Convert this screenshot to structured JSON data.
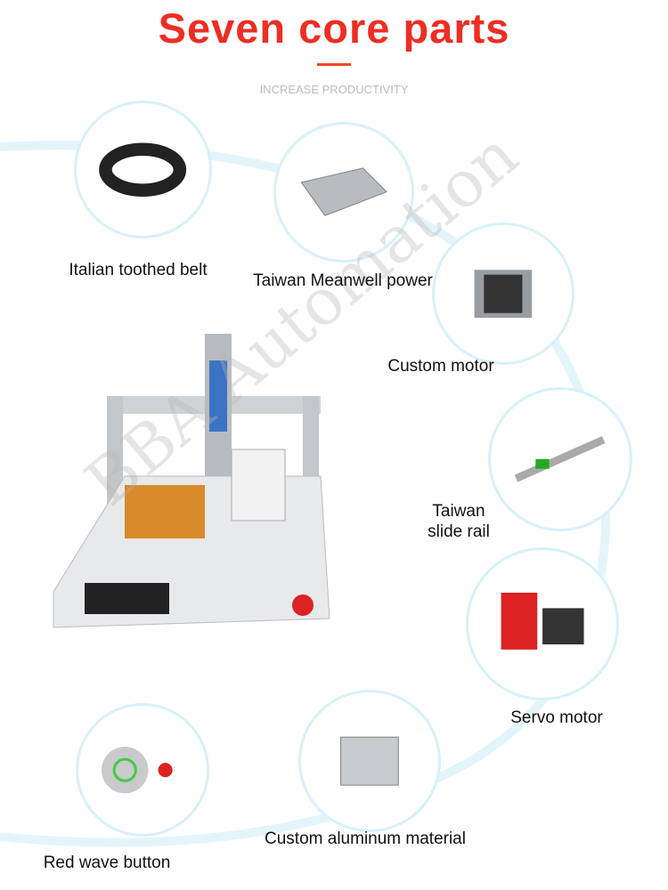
{
  "header": {
    "title": "Seven core parts",
    "subtitle": "INCREASE PRODUCTIVITY"
  },
  "parts": [
    {
      "label": "Italian toothed belt",
      "icon": "toothed-belt-image"
    },
    {
      "label": "Taiwan Meanwell power",
      "icon": "power-supply-image"
    },
    {
      "label": "Custom motor",
      "icon": "stepper-motor-image"
    },
    {
      "label": "Taiwan\nslide rail",
      "icon": "slide-rail-image"
    },
    {
      "label": "Servo motor",
      "icon": "servo-motor-image"
    },
    {
      "label": "Custom aluminum material",
      "icon": "aluminum-block-image"
    },
    {
      "label": "Red wave button",
      "icon": "push-button-image"
    }
  ],
  "watermark": "BBA Automation",
  "colors": {
    "title": "#ee2e24",
    "ring": "#d6f1fa",
    "curve": "#e3f5fb"
  }
}
